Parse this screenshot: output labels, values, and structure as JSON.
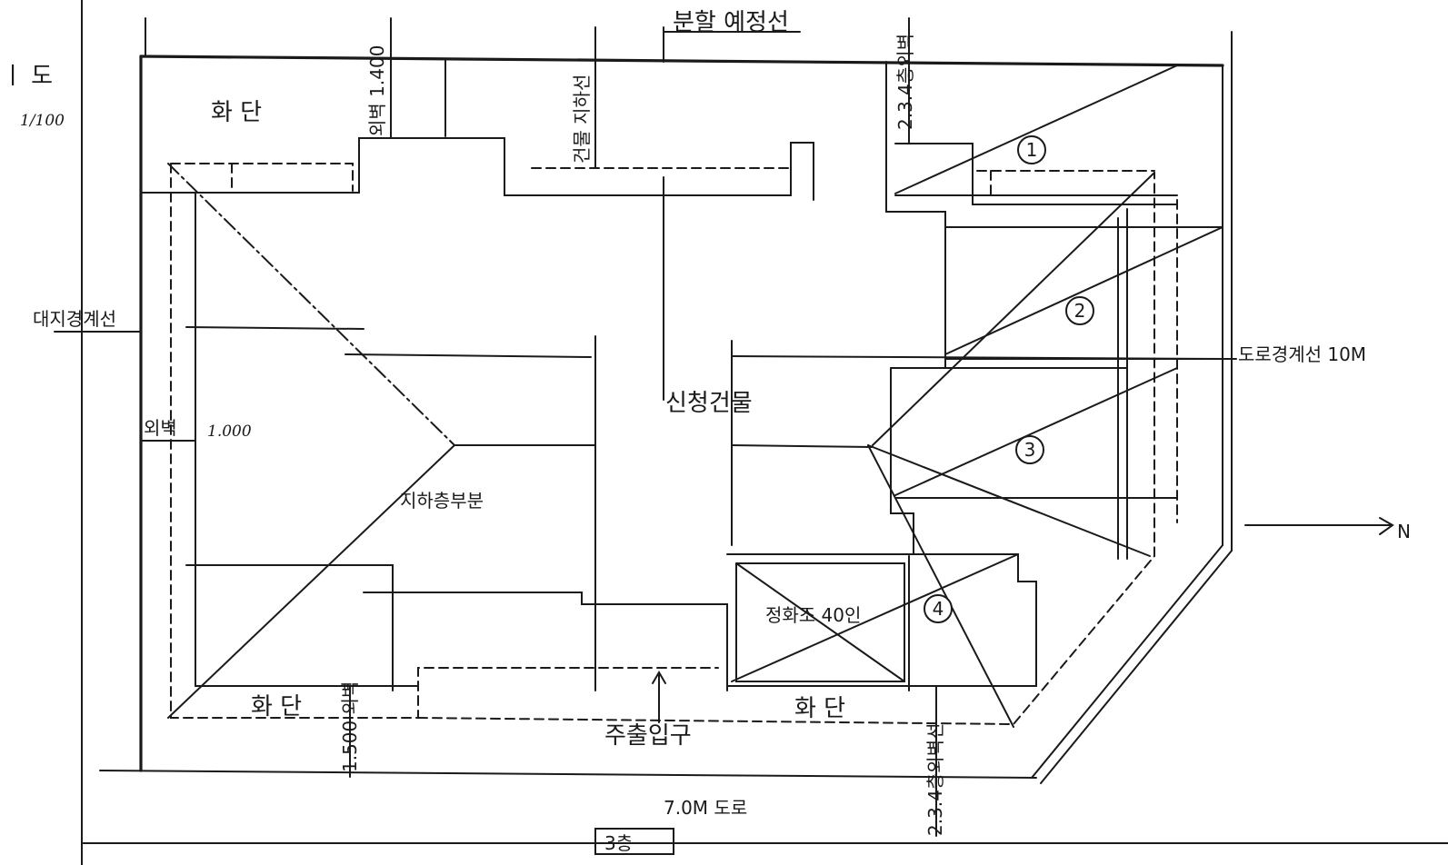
{
  "drawing": {
    "title_fragment": "ㅣ 도",
    "scale": "1/100",
    "labels": {
      "split_line": "분할 예정선",
      "flower_bed": "화 단",
      "wall_1400": "외벽 1.400",
      "building_line": "건물 지하선",
      "wall_234_top": "2.3.4층외벽",
      "site_boundary": "대지경계선",
      "road_boundary": "도로경계선 10M",
      "wall_1000": "외벽",
      "dim_1000": "1.000",
      "new_building": "신청건물",
      "basement": "지하층부분",
      "septic": "정화조 40인",
      "main_entrance": "주출입구",
      "wall_1500": "1.500 외벽",
      "wall_234_bottom": "2.3.4층외벽선",
      "road_7m": "7.0M 도로",
      "stamp": "3층"
    },
    "markers": [
      "1",
      "2",
      "3",
      "4"
    ],
    "north_label": "N"
  }
}
